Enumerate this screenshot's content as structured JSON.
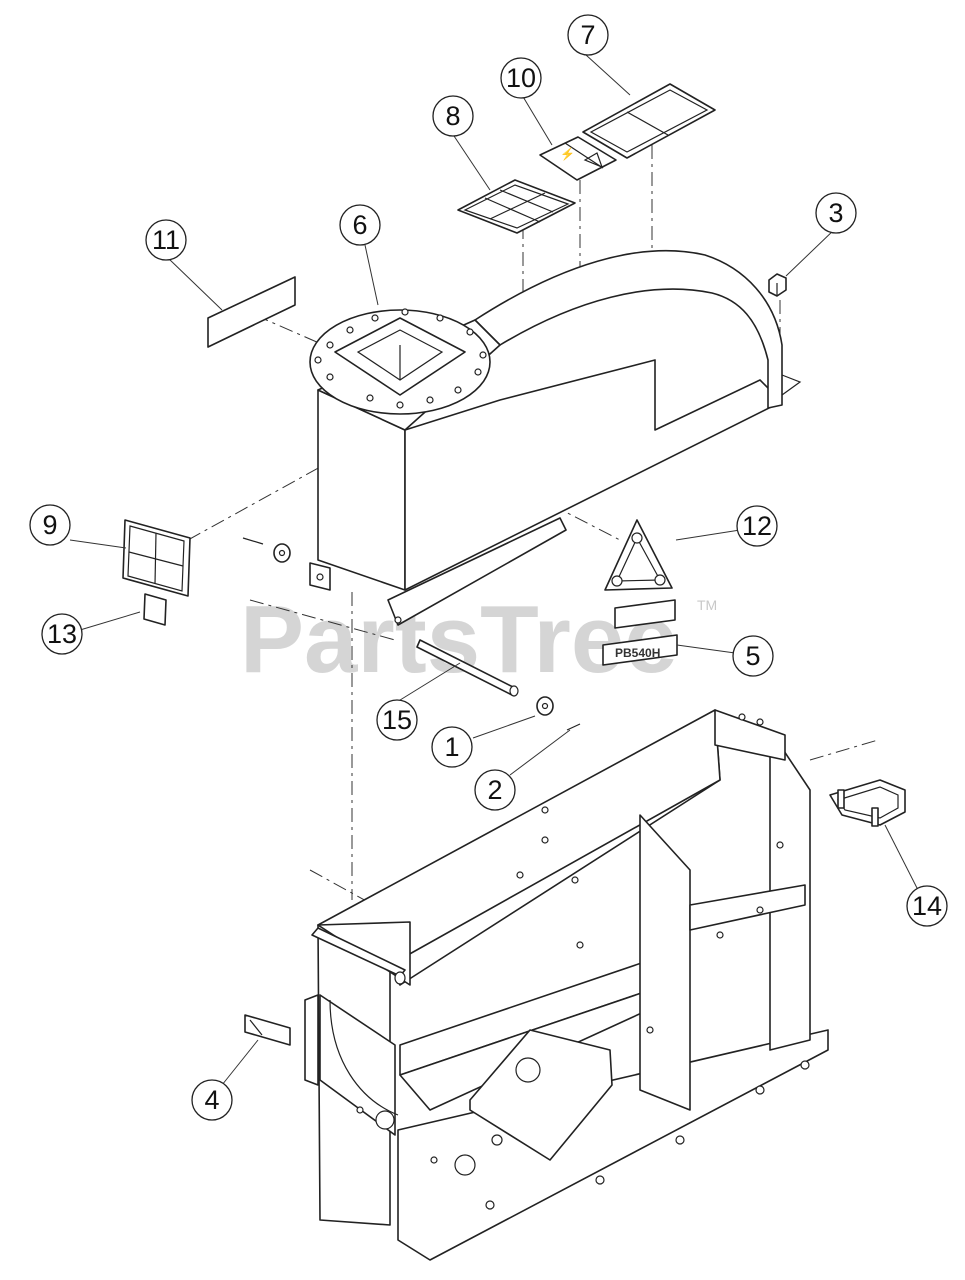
{
  "diagram": {
    "watermark": "PartsTree",
    "trademark": "TM",
    "decal_5_text": "PB540H",
    "callouts": [
      {
        "id": "callout-1",
        "label": "1"
      },
      {
        "id": "callout-2",
        "label": "2"
      },
      {
        "id": "callout-3",
        "label": "3"
      },
      {
        "id": "callout-4",
        "label": "4"
      },
      {
        "id": "callout-5",
        "label": "5"
      },
      {
        "id": "callout-6",
        "label": "6"
      },
      {
        "id": "callout-7",
        "label": "7"
      },
      {
        "id": "callout-8",
        "label": "8"
      },
      {
        "id": "callout-9",
        "label": "9"
      },
      {
        "id": "callout-10",
        "label": "10"
      },
      {
        "id": "callout-11",
        "label": "11"
      },
      {
        "id": "callout-12",
        "label": "12"
      },
      {
        "id": "callout-13",
        "label": "13"
      },
      {
        "id": "callout-14",
        "label": "14"
      },
      {
        "id": "callout-15",
        "label": "15"
      }
    ]
  }
}
